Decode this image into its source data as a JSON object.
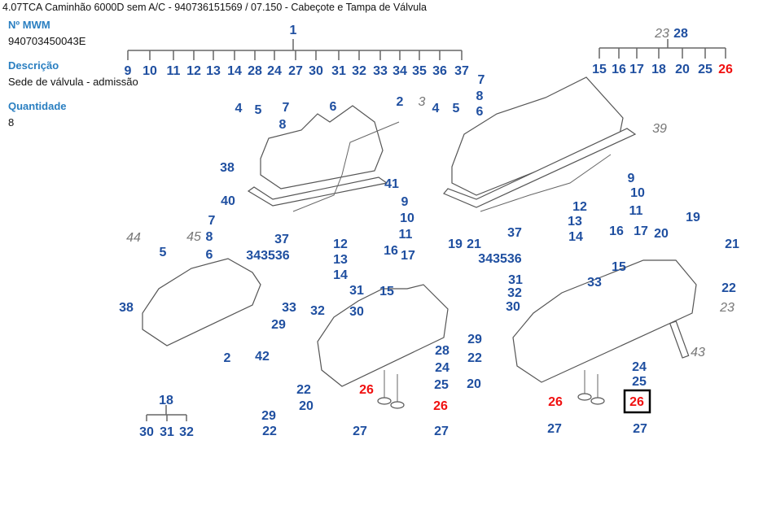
{
  "title": "4.07TCA Caminhão 6000D sem A/C - 940736151569  /  07.150 - Cabeçote e Tampa de Válvula",
  "details": {
    "mwm_label": "Nº MWM",
    "mwm_value": "940703450043E",
    "desc_label": "Descrição",
    "desc_value": "Sede de válvula - admissão",
    "qty_label": "Quantidade",
    "qty_value": "8"
  },
  "colors": {
    "label": "#2a7fc1",
    "callout": "#1f4fa0",
    "highlight": "#f01010",
    "reference": "#777777"
  },
  "group1": {
    "head": "1",
    "items": [
      "9",
      "10",
      "11",
      "12",
      "13",
      "14",
      "28",
      "24",
      "27",
      "30",
      "31",
      "32",
      "33",
      "34",
      "35",
      "36",
      "37"
    ]
  },
  "group23": {
    "head_ref": "23",
    "head": "28",
    "items": [
      "15",
      "16",
      "17",
      "18",
      "20",
      "25",
      "26"
    ],
    "highlight_item": "26"
  },
  "group18": {
    "head": "18",
    "items": [
      "30",
      "31",
      "32"
    ]
  },
  "callouts": [
    "4",
    "5",
    "7",
    "6",
    "8",
    "2",
    "38",
    "40",
    "41",
    "3",
    "4",
    "5",
    "7",
    "8",
    "6",
    "39",
    "9",
    "10",
    "11",
    "12",
    "13",
    "14",
    "16",
    "17",
    "19",
    "21",
    "37",
    "343536",
    "31",
    "15",
    "32",
    "33",
    "30",
    "29",
    "28",
    "42",
    "24",
    "25",
    "26",
    "26",
    "22",
    "20",
    "29",
    "22",
    "27",
    "27",
    "44",
    "45",
    "7",
    "8",
    "6",
    "5",
    "38",
    "2",
    "9",
    "10",
    "12",
    "11",
    "13",
    "16",
    "14",
    "17",
    "19",
    "20",
    "21",
    "37",
    "343536",
    "15",
    "31",
    "33",
    "32",
    "30",
    "22",
    "23",
    "29",
    "22",
    "43",
    "24",
    "25",
    "20",
    "26",
    "26",
    "27",
    "27"
  ],
  "selected_callout": "26"
}
